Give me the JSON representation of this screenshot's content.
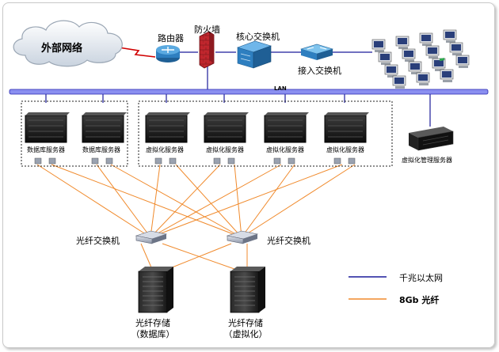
{
  "network": {
    "external_network": "外部网络",
    "router": "路由器",
    "firewall": "防火墙",
    "core_switch": "核心交换机",
    "access_switch": "接入交换机",
    "lan": "LAN",
    "db_server_1": "数据库服务器",
    "db_server_2": "数据库服务器",
    "virt_server_1": "虚拟化服务器",
    "virt_server_2": "虚拟化服务器",
    "virt_server_3": "虚拟化服务器",
    "virt_server_4": "虚拟化服务器",
    "virt_mgmt_server": "虚拟化管理服务器",
    "fc_switch_1": "光纤交换机",
    "fc_switch_2": "光纤交换机",
    "storage_1_line1": "光纤存储",
    "storage_1_line2": "（数据库）",
    "storage_2_line1": "光纤存储",
    "storage_2_line2": "（虚拟化）"
  },
  "legend": {
    "ethernet": "千兆以太网",
    "fiber": "8Gb 光纤"
  },
  "colors": {
    "ethernet_line": "#1a1a9a",
    "fiber_line": "#f08a2c",
    "firewall": "#c0262d",
    "switch_blue": "#3a8fd0",
    "cloud_text": "#000000"
  }
}
